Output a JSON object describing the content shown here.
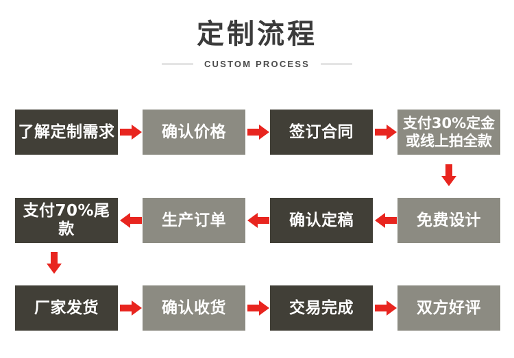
{
  "header": {
    "title": "定制流程",
    "subtitle": "CUSTOM PROCESS"
  },
  "colors": {
    "dark_node": "#413F37",
    "gray_node": "#8C8B82",
    "arrow": "#E8251F",
    "title_text": "#3B3B3B",
    "background": "#FFFFFF"
  },
  "flow": {
    "rows": [
      {
        "direction": "right",
        "nodes": [
          {
            "label": "了解定制需求",
            "label_line2": "",
            "style": "dark"
          },
          {
            "label": "确认价格",
            "label_line2": "",
            "style": "gray"
          },
          {
            "label": "签订合同",
            "label_line2": "",
            "style": "dark"
          },
          {
            "label": "支付30%定金",
            "label_line2": "或线上拍全款",
            "style": "gray"
          }
        ]
      },
      {
        "direction": "left",
        "nodes": [
          {
            "label": "支付70%尾款",
            "label_line2": "",
            "style": "dark"
          },
          {
            "label": "生产订单",
            "label_line2": "",
            "style": "gray"
          },
          {
            "label": "确认定稿",
            "label_line2": "",
            "style": "dark"
          },
          {
            "label": "免费设计",
            "label_line2": "",
            "style": "gray"
          }
        ]
      },
      {
        "direction": "right",
        "nodes": [
          {
            "label": "厂家发货",
            "label_line2": "",
            "style": "dark"
          },
          {
            "label": "确认收货",
            "label_line2": "",
            "style": "gray"
          },
          {
            "label": "交易完成",
            "label_line2": "",
            "style": "dark"
          },
          {
            "label": "双方好评",
            "label_line2": "",
            "style": "gray"
          }
        ]
      }
    ],
    "connectors": [
      {
        "name": "arrow-right-1",
        "direction": "right"
      },
      {
        "name": "arrow-right-2",
        "direction": "right"
      },
      {
        "name": "arrow-right-3",
        "direction": "right"
      },
      {
        "name": "arrow-down-1",
        "direction": "down"
      },
      {
        "name": "arrow-left-1",
        "direction": "left"
      },
      {
        "name": "arrow-left-2",
        "direction": "left"
      },
      {
        "name": "arrow-left-3",
        "direction": "left"
      },
      {
        "name": "arrow-down-2",
        "direction": "down"
      },
      {
        "name": "arrow-right-4",
        "direction": "right"
      },
      {
        "name": "arrow-right-5",
        "direction": "right"
      },
      {
        "name": "arrow-right-6",
        "direction": "right"
      }
    ]
  }
}
